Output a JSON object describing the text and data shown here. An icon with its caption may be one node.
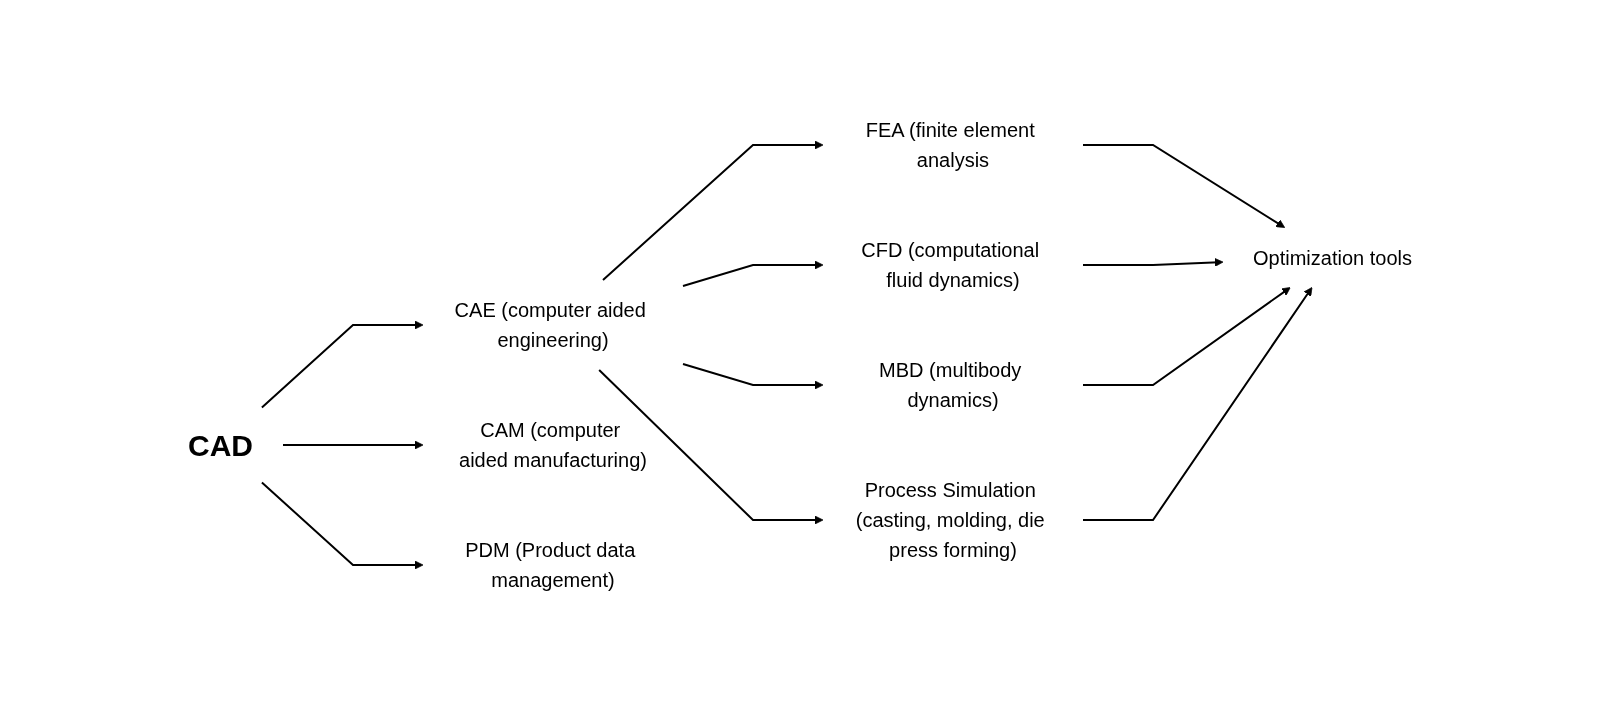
{
  "diagram": {
    "nodes": [
      {
        "text": [
          "CAD"
        ]
      },
      {
        "text": [
          "CAE (computer aided engineering)"
        ]
      },
      {
        "text": [
          "FEA (finite element analysis"
        ]
      },
      {
        "text": [
          "CFD (computational fluid dynamics)"
        ]
      },
      {
        "text": [
          "MBD (multibody dynamics)"
        ]
      },
      {
        "text": [
          "Process Simulation (casting, molding, die press forming)"
        ]
      },
      {
        "text": [
          "Optimization tools"
        ]
      },
      {
        "text": [
          "CAM (computer aided manufacturing)"
        ]
      },
      {
        "text": [
          "PDM (Product data management)"
        ]
      }
    ],
    "edges": [
      {
        "from": 0,
        "to": 1,
        "arrow": "to"
      },
      {
        "from": 0,
        "to": 7,
        "arrow": "to"
      },
      {
        "from": 0,
        "to": 8,
        "arrow": "to"
      },
      {
        "from": 1,
        "to": 2,
        "arrow": "to"
      },
      {
        "from": 1,
        "to": 3,
        "arrow": "to"
      },
      {
        "from": 1,
        "to": 4,
        "arrow": "to"
      },
      {
        "from": 1,
        "to": 5,
        "arrow": "to"
      },
      {
        "from": 2,
        "to": 6,
        "arrow": "to"
      },
      {
        "from": 3,
        "to": 6,
        "arrow": "to"
      },
      {
        "from": 4,
        "to": 6,
        "arrow": "to"
      },
      {
        "from": 5,
        "to": 6,
        "arrow": "to"
      }
    ]
  }
}
